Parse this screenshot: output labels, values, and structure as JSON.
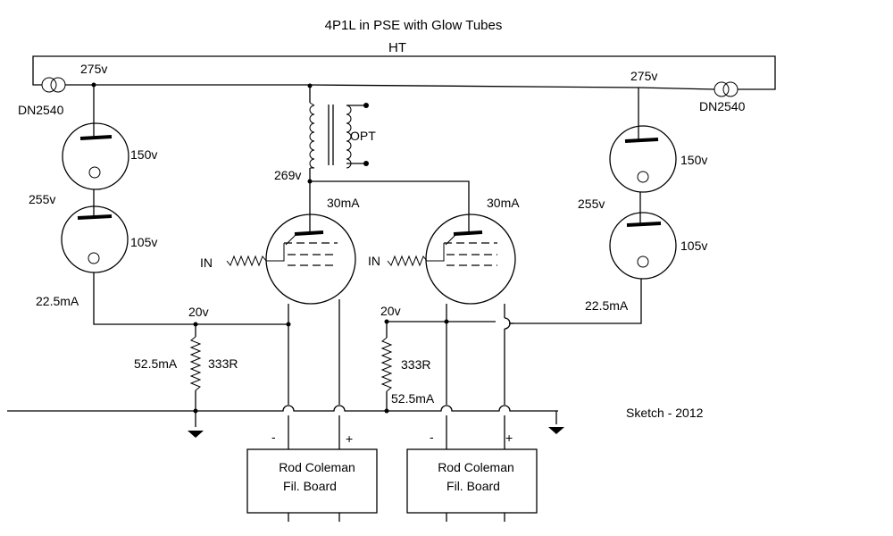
{
  "title": "4P1L in PSE with Glow Tubes",
  "rail_label": "HT",
  "left": {
    "ccs_label": "DN2540",
    "rail_voltage": "275v",
    "glow_upper": "150v",
    "mid_voltage": "255v",
    "glow_lower": "105v",
    "glow_current": "22.5mA",
    "bias_voltage": "20v",
    "resistor_current": "52.5mA",
    "resistor_value": "333R"
  },
  "right": {
    "ccs_label": "DN2540",
    "rail_voltage": "275v",
    "glow_upper": "150v",
    "mid_voltage": "255v",
    "glow_lower": "105v",
    "glow_current": "22.5mA",
    "bias_voltage": "20v",
    "resistor_current": "52.5mA",
    "resistor_value": "333R"
  },
  "opt_label": "OPT",
  "opt_tap_voltage": "269v",
  "tube_left": {
    "current": "30mA",
    "input": "IN"
  },
  "tube_right": {
    "current": "30mA",
    "input": "IN"
  },
  "fil_left": {
    "line1": "Rod Coleman",
    "line2": "Fil. Board",
    "minus": "-",
    "plus": "+"
  },
  "fil_right": {
    "line1": "Rod Coleman",
    "line2": "Fil. Board",
    "minus": "-",
    "plus": "+"
  },
  "note": "Sketch - 2012"
}
